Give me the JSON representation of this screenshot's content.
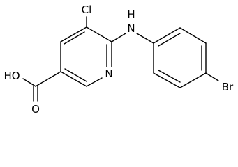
{
  "molecule": {
    "atom_labels": {
      "chlorine": "Cl",
      "nitrogen_amine": "N",
      "amine_hydrogen": "H",
      "nitrogen_ring": "N",
      "bromine": "Br",
      "carboxyl_oxygen_single": "HO",
      "carboxyl_oxygen_double": "O"
    },
    "colors": {
      "bond": "#000000",
      "label": "#000000",
      "background": "#ffffff"
    }
  }
}
